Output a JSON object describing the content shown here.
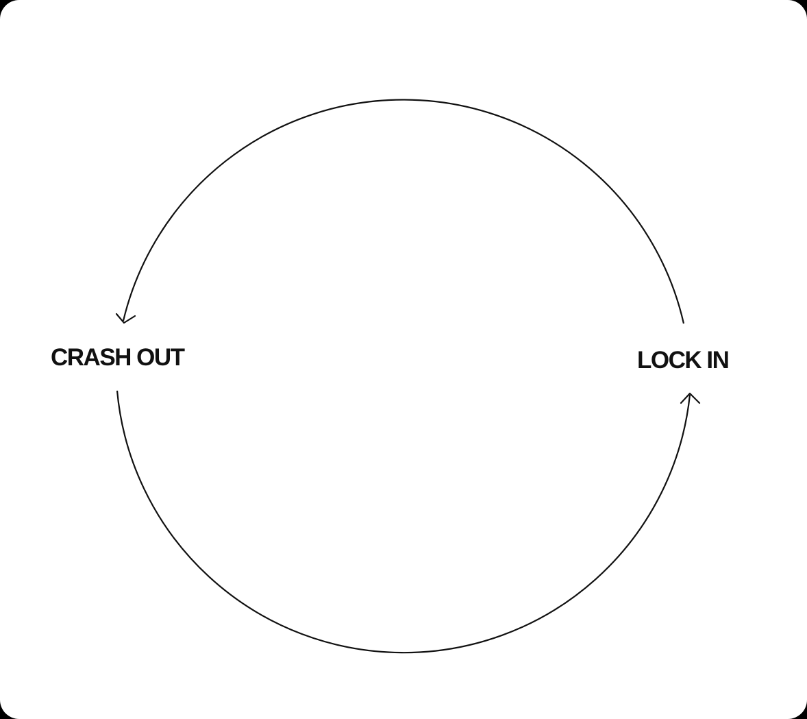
{
  "diagram": {
    "nodes": [
      {
        "id": "crash_out",
        "label": "CRASH OUT"
      },
      {
        "id": "lock_in",
        "label": "LOCK IN"
      }
    ],
    "edges": [
      {
        "from": "lock_in",
        "to": "crash_out",
        "route": "top-arc"
      },
      {
        "from": "crash_out",
        "to": "lock_in",
        "route": "bottom-arc"
      }
    ]
  },
  "colors": {
    "background": "#ffffff",
    "stroke": "#111111",
    "text": "#111111"
  }
}
